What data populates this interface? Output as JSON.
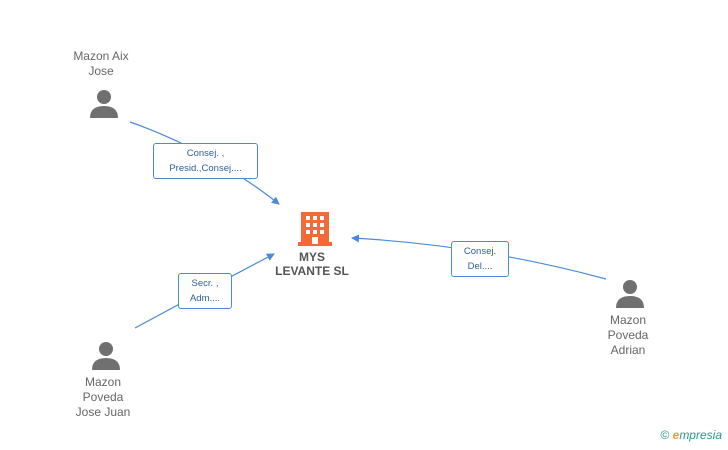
{
  "company": {
    "line1": "MYS",
    "line2": "LEVANTE SL",
    "color": "#f26a3a"
  },
  "people": [
    {
      "id": "aix",
      "lines": [
        "Mazon Aix",
        "Jose"
      ]
    },
    {
      "id": "poveda-adrian",
      "lines": [
        "Mazon",
        "Poveda",
        "Adrian"
      ]
    },
    {
      "id": "poveda-jose-juan",
      "lines": [
        "Mazon",
        "Poveda",
        "Jose Juan"
      ]
    }
  ],
  "roles": [
    {
      "person": "aix",
      "lines": [
        "Consej. ,",
        "Presid.,Consej...."
      ]
    },
    {
      "person": "poveda-adrian",
      "lines": [
        "Consej.",
        "Del...."
      ]
    },
    {
      "person": "poveda-jose-juan",
      "lines": [
        "Secr. ,",
        "Adm...."
      ]
    }
  ],
  "colors": {
    "edge": "#4a8ad8",
    "person": "#707070",
    "text": "#666666"
  },
  "brand": {
    "copyright": "©",
    "e": "e",
    "rest": "mpresia"
  }
}
